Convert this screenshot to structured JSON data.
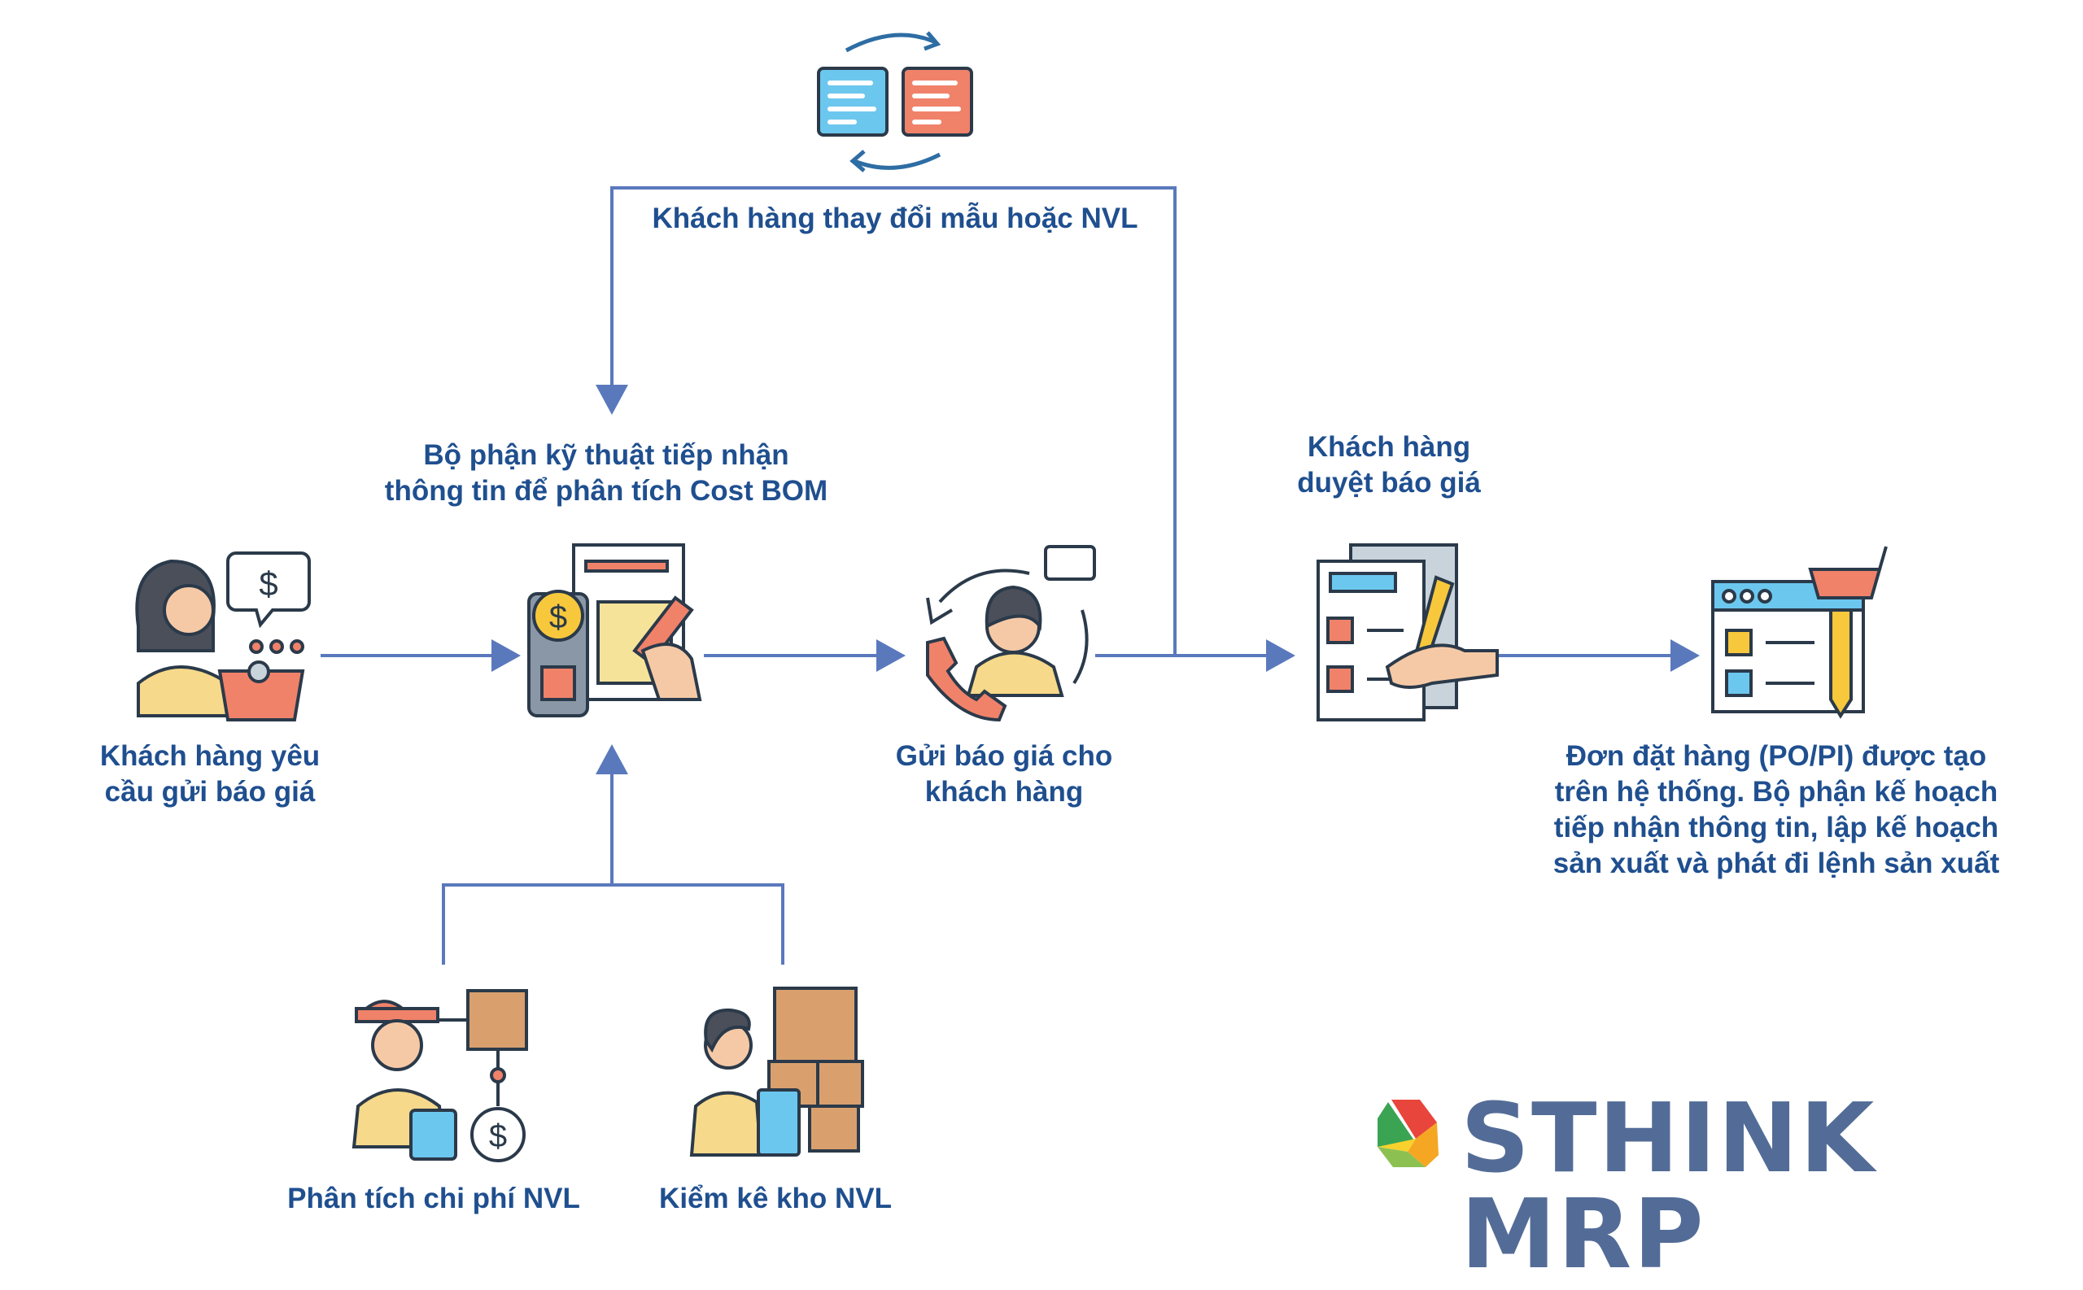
{
  "colors": {
    "text": "#1f4f8f",
    "connector": "#5a79bd",
    "brand": "#536c97"
  },
  "change_loop": {
    "label": "Khách hàng thay đổi mẫu hoặc NVL",
    "icon": "document-swap-icon"
  },
  "steps": [
    {
      "icon": "customer-basket-icon",
      "lines": [
        "Khách hàng yêu",
        "cầu gửi báo giá"
      ]
    },
    {
      "icon": "cost-calculation-icon",
      "lines": [
        "Bộ phận kỹ thuật tiếp nhận",
        "thông tin để phân tích Cost BOM"
      ]
    },
    {
      "icon": "call-support-icon",
      "lines": [
        "Gửi báo giá cho",
        "khách hàng"
      ]
    },
    {
      "icon": "checklist-sign-icon",
      "lines": [
        "Khách hàng",
        "duyệt báo giá"
      ]
    },
    {
      "icon": "order-system-icon",
      "lines": [
        "Đơn đặt hàng (PO/PI) được tạo",
        "trên hệ thống. Bộ phận kế hoạch",
        "tiếp nhận thông tin, lập kế hoạch",
        "sản xuất và phát đi lệnh sản xuất"
      ]
    }
  ],
  "inputs": [
    {
      "icon": "worker-cost-icon",
      "label": "Phân tích chi phí NVL"
    },
    {
      "icon": "warehouse-inventory-icon",
      "label": "Kiểm kê kho NVL"
    }
  ],
  "logo": {
    "text": "STHINK MRP"
  }
}
